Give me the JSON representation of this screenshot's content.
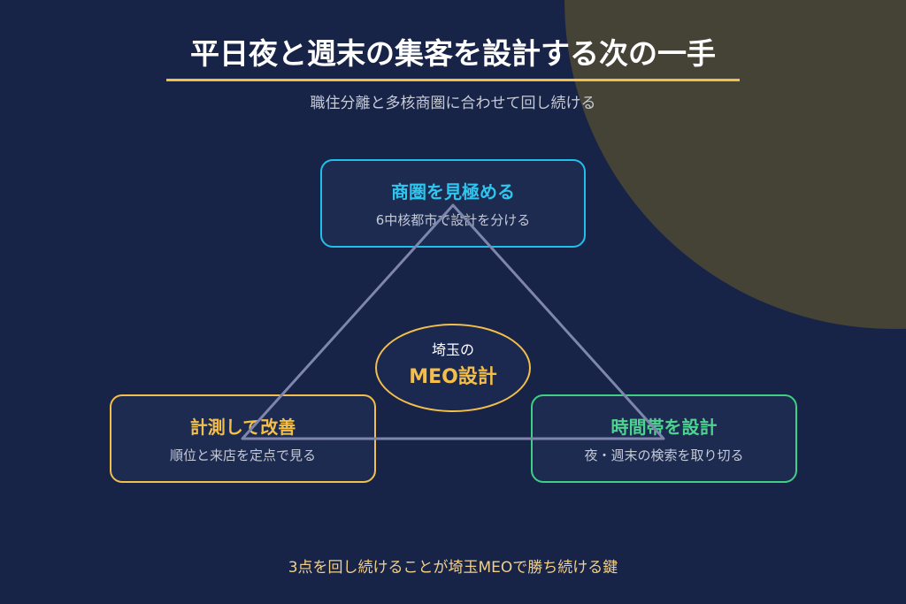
{
  "header": {
    "title": "平日夜と週末の集客を設計する次の一手",
    "subtitle": "職住分離と多核商圏に合わせて回し続ける"
  },
  "nodes": {
    "top": {
      "title": "商圏を見極める",
      "sub": "6中核都市で設計を分ける"
    },
    "left": {
      "title": "計測して改善",
      "sub": "順位と来店を定点で見る"
    },
    "right": {
      "title": "時間帯を設計",
      "sub": "夜・週末の検索を取り切る"
    }
  },
  "center": {
    "line1": "埼玉の",
    "line2": "MEO設計"
  },
  "footer": "3点を回し続けることが埼玉MEOで勝ち続ける鍵",
  "colors": {
    "background": "#172347",
    "accent_gold": "#f3bf4a",
    "accent_cyan": "#1fc1ec",
    "accent_green": "#3fcf85",
    "triangle": "#7f86ad"
  }
}
